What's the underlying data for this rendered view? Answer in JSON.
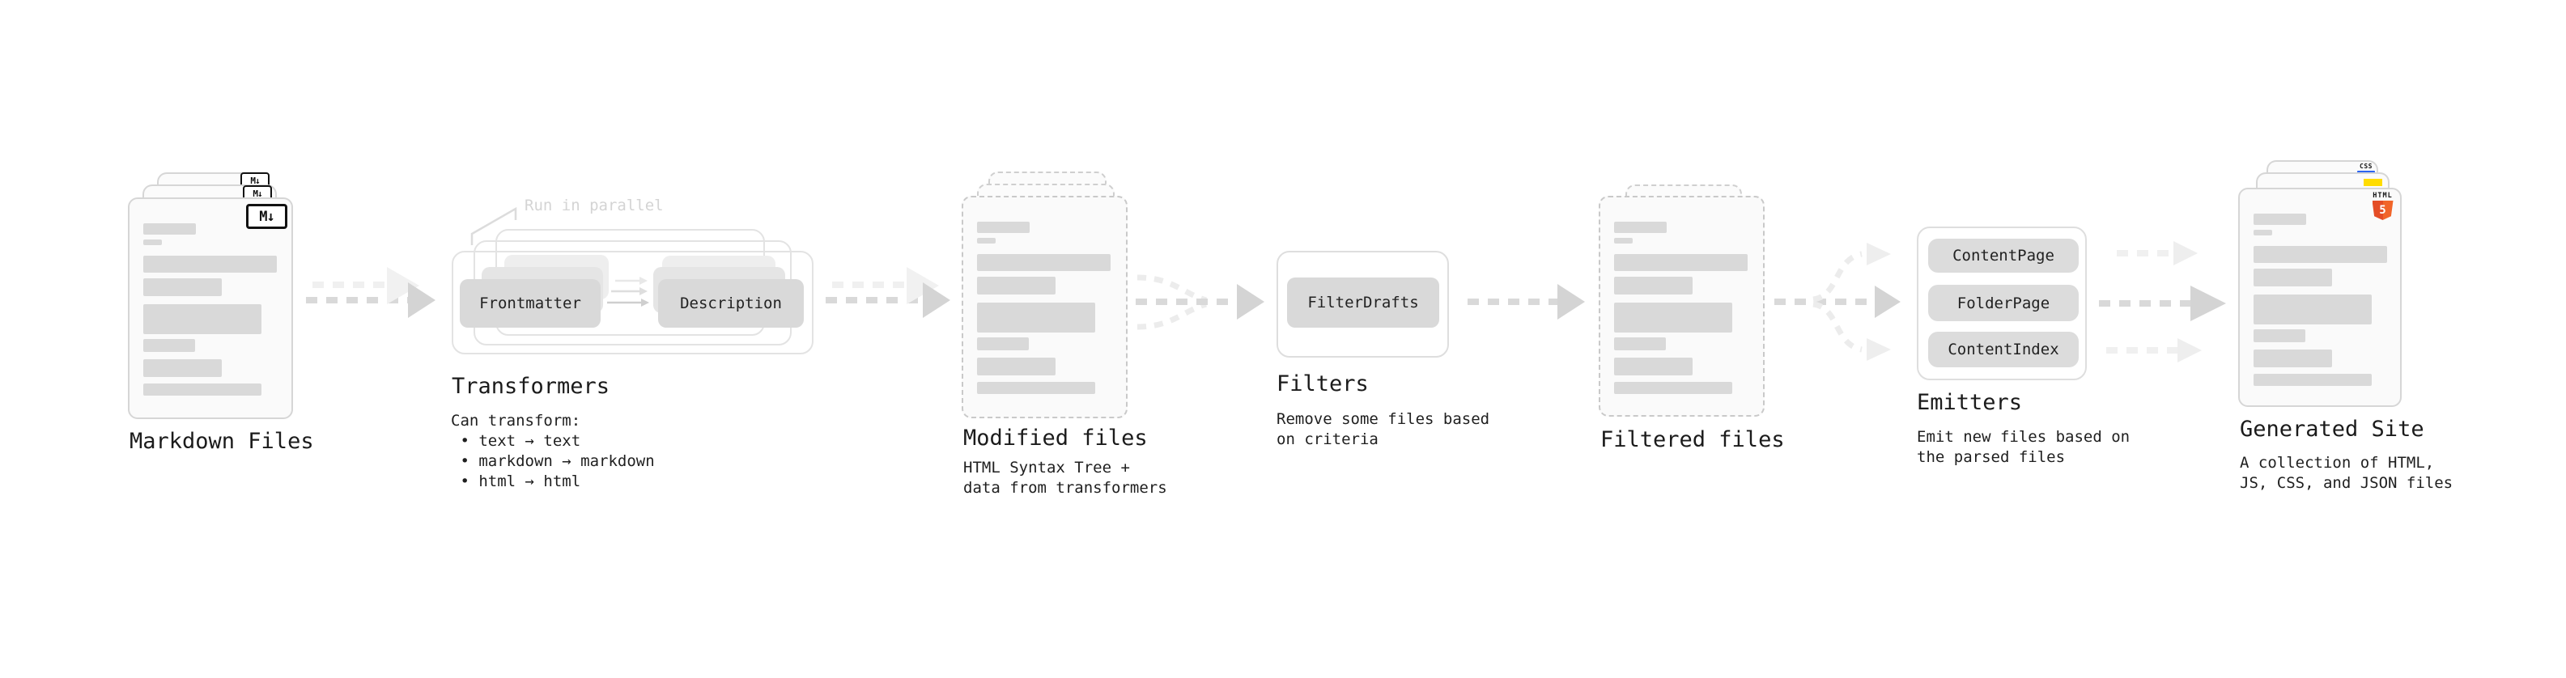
{
  "sections": {
    "markdown": {
      "title": "Markdown Files",
      "badge": "M↓"
    },
    "transformers": {
      "title": "Transformers",
      "subtitle": "Can transform:\n • text → text\n • markdown → markdown\n • html → html",
      "callout": "Run in parallel",
      "boxes": [
        "Frontmatter",
        "Description"
      ]
    },
    "modified": {
      "title": "Modified files",
      "subtitle": "HTML Syntax Tree +\ndata from transformers"
    },
    "filters": {
      "title": "Filters",
      "subtitle": "Remove some files based\non criteria",
      "boxes": [
        "FilterDrafts"
      ]
    },
    "filtered": {
      "title": "Filtered files"
    },
    "emitters": {
      "title": "Emitters",
      "subtitle": "Emit new files based on\nthe parsed files",
      "boxes": [
        "ContentPage",
        "FolderPage",
        "ContentIndex"
      ]
    },
    "generated": {
      "title": "Generated Site",
      "subtitle": "A collection of HTML,\nJS, CSS, and JSON files",
      "badges": {
        "css": "CSS",
        "html_label": "HTML",
        "html_number": "5"
      }
    }
  },
  "colors": {
    "html5_orange": "#e44d26",
    "js_yellow": "#ffdc00",
    "css_blue": "#2c64f1",
    "skeleton_bar": "#d9d9d9",
    "box_gray": "#dcdcdc",
    "arrow_dark": "#d6d6d6",
    "arrow_light": "#f0f0f0"
  }
}
